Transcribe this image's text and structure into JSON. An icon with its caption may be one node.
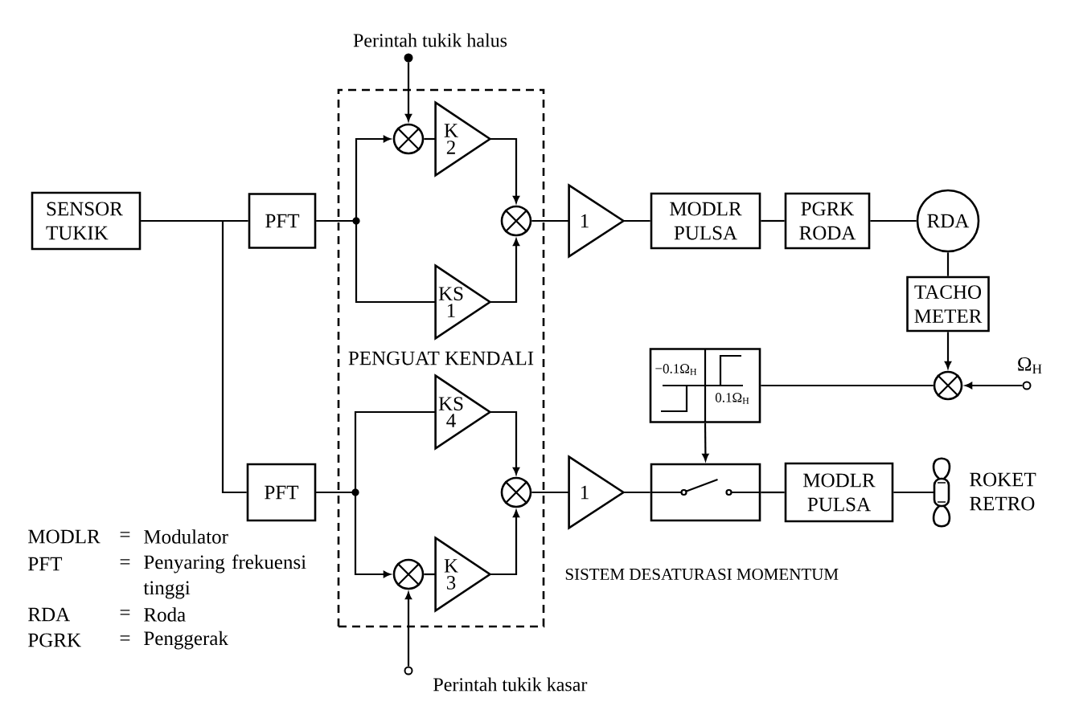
{
  "diagram": {
    "nodes": [
      {
        "text": [
          "SENSOR TUKIK"
        ]
      },
      {
        "text": [
          "PFT"
        ]
      },
      {
        "text": [
          "PFT"
        ]
      },
      {
        "text": [
          "PENGUAT KENDALI"
        ]
      },
      {
        "text": [],
        "shape": "circle",
        "in": 3
      },
      {
        "text": [
          "K 2"
        ],
        "in": 3
      },
      {
        "text": [
          "KS 1"
        ],
        "in": 3
      },
      {
        "text": [],
        "shape": "circle",
        "in": 3
      },
      {
        "text": [
          "KS 4"
        ],
        "in": 3
      },
      {
        "text": [],
        "shape": "circle",
        "in": 3
      },
      {
        "text": [],
        "shape": "circle",
        "in": 3
      },
      {
        "text": [
          "K 3"
        ],
        "in": 3
      },
      {
        "text": [],
        "shape": "circle",
        "beside": [
          "Perintah tukik halus"
        ]
      },
      {
        "text": [],
        "shape": "circle",
        "beside": [
          "Perintah tukik kasar"
        ]
      },
      {
        "text": [
          "1"
        ]
      },
      {
        "text": [
          "MODLR PULSA"
        ]
      },
      {
        "text": [
          "PGRK RODA"
        ]
      },
      {
        "text": [
          "RDA"
        ]
      },
      {
        "text": [
          "TACHO METER"
        ]
      },
      {
        "text": [],
        "shape": "circle"
      },
      {
        "text": [],
        "shape": "circle",
        "beside": [
          "Ω$_{H}$"
        ]
      },
      {
        "text": [
          "−0.1Ω$_{H}$",
          "0.1Ω$_{H}$"
        ]
      },
      {
        "text": [
          "1"
        ]
      },
      {
        "text": [],
        "shape": "box"
      },
      {
        "text": [
          "MODLR PULSA"
        ]
      },
      {
        "text": [],
        "shape": "picture",
        "beside": [
          "ROKET RETRO"
        ]
      }
    ],
    "edges": [
      {
        "from": 0,
        "to": 1,
        "arrow": "none"
      },
      {
        "from": 0,
        "to": 2,
        "arrow": "none"
      },
      {
        "from": 1,
        "to": 4,
        "arrow": "to"
      },
      {
        "from": 1,
        "to": 6,
        "arrow": "none"
      },
      {
        "from": 12,
        "to": 4,
        "arrow": "to"
      },
      {
        "from": 4,
        "to": 5,
        "arrow": "none"
      },
      {
        "from": 5,
        "to": 7,
        "arrow": "to"
      },
      {
        "from": 6,
        "to": 7,
        "arrow": "to"
      },
      {
        "from": 2,
        "to": 8,
        "arrow": "none"
      },
      {
        "from": 2,
        "to": 10,
        "arrow": "to"
      },
      {
        "from": 13,
        "to": 10,
        "arrow": "to"
      },
      {
        "from": 10,
        "to": 11,
        "arrow": "none"
      },
      {
        "from": 8,
        "to": 9,
        "arrow": "to"
      },
      {
        "from": 11,
        "to": 9,
        "arrow": "to"
      },
      {
        "from": 7,
        "to": 14,
        "arrow": "none"
      },
      {
        "from": 14,
        "to": 15,
        "arrow": "none"
      },
      {
        "from": 15,
        "to": 16,
        "arrow": "none"
      },
      {
        "from": 16,
        "to": 17,
        "arrow": "none"
      },
      {
        "from": 17,
        "to": 18,
        "arrow": "none"
      },
      {
        "from": 18,
        "to": 19,
        "arrow": "to"
      },
      {
        "from": 20,
        "to": 19,
        "arrow": "to"
      },
      {
        "from": 19,
        "to": 21,
        "arrow": "none"
      },
      {
        "from": 21,
        "to": 23,
        "arrow": "to"
      },
      {
        "from": 9,
        "to": 22,
        "arrow": "none"
      },
      {
        "from": 22,
        "to": 23,
        "arrow": "none"
      },
      {
        "from": 23,
        "to": 24,
        "arrow": "none"
      },
      {
        "from": 24,
        "to": 25,
        "arrow": "none"
      }
    ],
    "labels": [
      "MODLR",
      "=",
      "Modulator",
      "PFT",
      "=",
      "Penyaring frekuensi tinggi",
      "RDA",
      "=",
      "Roda",
      "PGRK",
      "=",
      "Penggerak",
      "SISTEM DESATURASI MOMENTUM"
    ]
  }
}
